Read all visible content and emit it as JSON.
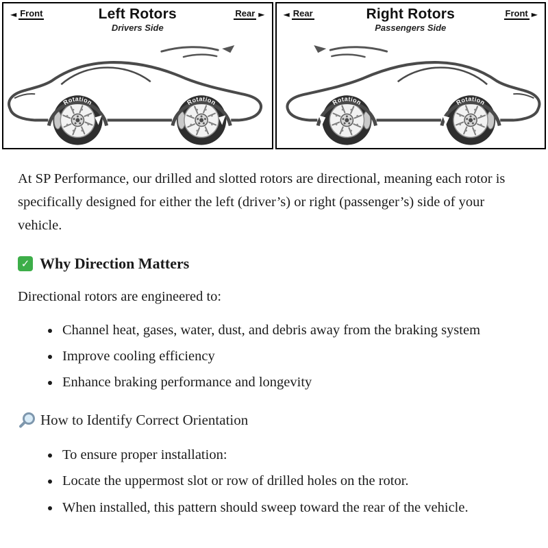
{
  "diagram": {
    "left_panel": {
      "front_label": "Front",
      "rear_label": "Rear",
      "title": "Left Rotors",
      "subtitle": "Drivers Side",
      "rotation_label": "Rotation"
    },
    "right_panel": {
      "rear_label": "Rear",
      "front_label": "Front",
      "title": "Right Rotors",
      "subtitle": "Passengers Side",
      "rotation_label": "Rotation"
    }
  },
  "icons": {
    "check": "✓",
    "arrow_left": "◄",
    "arrow_right": "►"
  },
  "content": {
    "intro": "At SP Performance, our drilled and slotted rotors are directional, meaning each rotor is specifically designed for either the left (driver’s) or right (passenger’s) side of your vehicle.",
    "section1": {
      "title": "Why Direction Matters",
      "lead": "Directional rotors are engineered to:",
      "bullets": [
        "Channel heat, gases, water, dust, and debris away from the braking system",
        "Improve cooling efficiency",
        "Enhance braking performance and longevity"
      ]
    },
    "section2": {
      "title": "How to Identify Correct Orientation",
      "bullets": [
        "To ensure proper installation:",
        "Locate the uppermost slot or row of drilled holes on the rotor.",
        "When installed, this pattern should sweep toward the rear of the vehicle."
      ]
    }
  }
}
